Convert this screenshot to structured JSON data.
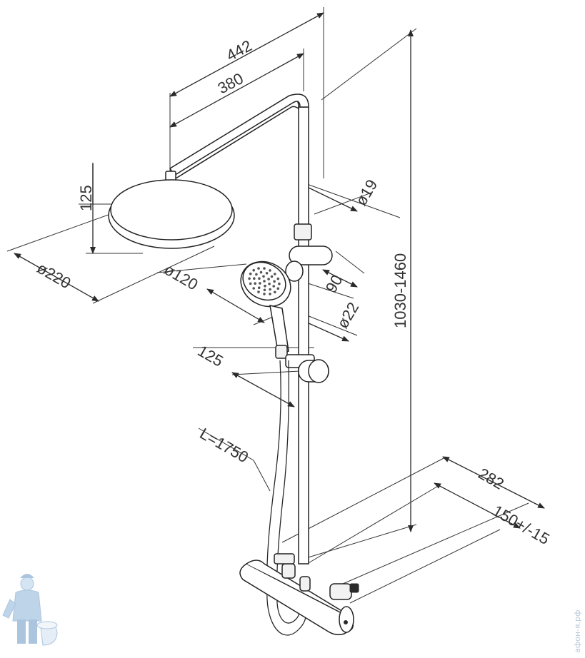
{
  "dimensions": {
    "width_442": "442",
    "width_380": "380",
    "height_125": "125",
    "dia_220": "ø220",
    "dia_120": "ø120",
    "dia_19": "ø19",
    "dim_90": "90",
    "dia_22": "ø22",
    "len_125": "125",
    "hose_length": "L=1750",
    "height_range": "1030-1460",
    "depth_282": "282",
    "spacing": "150+/-15"
  },
  "watermark": {
    "text": "афон-я.рф"
  },
  "colors": {
    "line": "#2a2a2a",
    "mascot": "#a9c6e2"
  },
  "icons": {
    "mascot": "plumber-mascot-icon"
  }
}
